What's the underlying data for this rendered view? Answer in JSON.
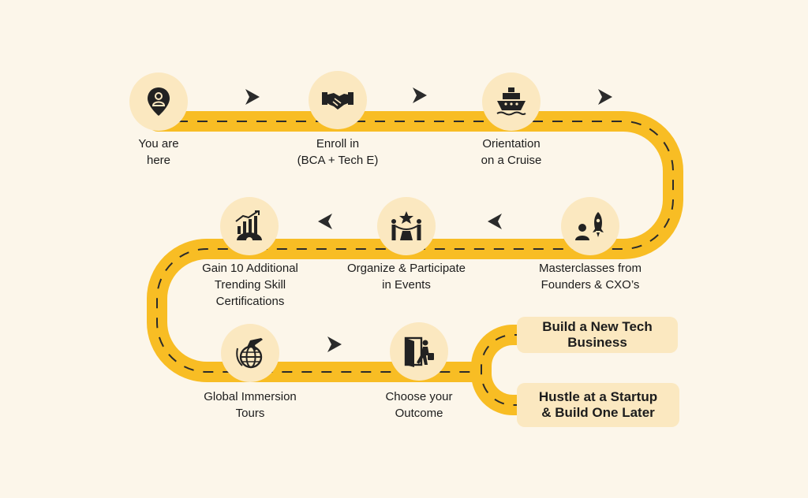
{
  "steps": {
    "you_are_here": {
      "line1": "You are",
      "line2": "here",
      "icon": "location-pin-icon"
    },
    "enroll": {
      "line1": "Enroll in",
      "line2": "(BCA + Tech E)",
      "icon": "handshake-icon"
    },
    "orientation": {
      "line1": "Orientation",
      "line2": "on a Cruise",
      "icon": "ship-icon"
    },
    "masterclasses": {
      "line1": "Masterclasses from",
      "line2": "Founders & CXO’s",
      "icon": "person-rocket-icon"
    },
    "events": {
      "line1": "Organize & Participate",
      "line2": "in Events",
      "icon": "event-stage-icon"
    },
    "certifications": {
      "line1": "Gain 10 Additional",
      "line2": "Trending Skill",
      "line3": "Certifications",
      "icon": "growth-chart-gear-icon"
    },
    "tours": {
      "line1": "Global Immersion",
      "line2": "Tours",
      "icon": "globe-plane-icon"
    },
    "outcome_choice": {
      "line1": "Choose your",
      "line2": "Outcome",
      "icon": "door-exit-icon"
    }
  },
  "outcomes": {
    "tech_business": {
      "line1": "Build a New Tech",
      "line2": "Business"
    },
    "startup": {
      "line1": "Hustle at a Startup",
      "line2": "& Build One Later"
    }
  },
  "colors": {
    "background": "#fcf6ea",
    "road": "#f8bd24",
    "node": "#fbe8c0",
    "dash": "#2b2b2b",
    "arrow": "#2b2b2b"
  }
}
